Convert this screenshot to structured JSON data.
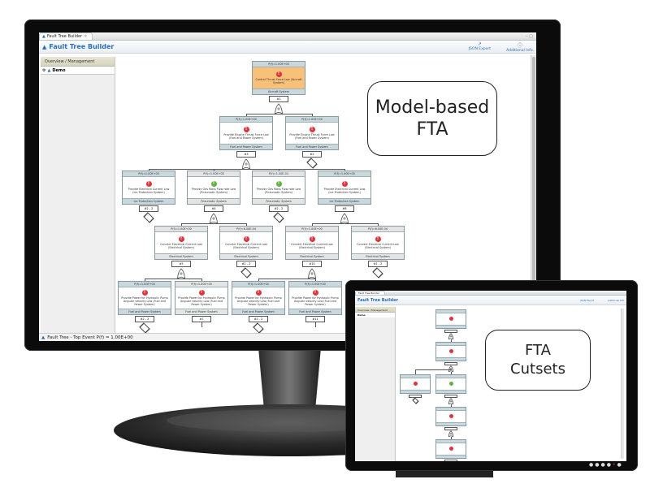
{
  "app": {
    "tab_title": "Fault Tree Builder",
    "title": "Fault Tree Builder",
    "json_export": "JSON Export",
    "additional_info": "Additional Info.",
    "left_panel_header": "Overview / Management",
    "tree_root": "Demo",
    "status": "Fault Tree - Top Event P(f) = 1.00E+00"
  },
  "callouts": {
    "main": [
      "Model-based",
      "FTA"
    ],
    "second": [
      "FTA",
      "Cutsets"
    ]
  },
  "colors": {
    "top_event": "#f9c07a",
    "fail_icon": "#e0343a",
    "ok_icon": "#5fb040",
    "link": "#2a6fb5"
  },
  "tree": {
    "levels": [
      [
        {
          "prob": "P(f)=1.00E+00",
          "icon": "red",
          "top": true,
          "text": "Control Thrust Force Low (Aircraft System)",
          "system": "Aircraft System",
          "label": "#1",
          "conn": "gate",
          "children": [
            0,
            1
          ]
        }
      ],
      [
        {
          "prob": "P(f)=1.00E+00",
          "icon": "red",
          "text": "Provide Engine Thrust Force Low (Fuel and Power System)",
          "system": "Fuel and Power System",
          "label": "#3",
          "conn": "gate",
          "children": [
            0,
            1,
            2,
            3
          ]
        },
        {
          "prob": "P(f)=1.00E+00",
          "icon": "red",
          "text": "Provide Engine Thrust Force Low (Fuel and Power System)",
          "system": "Fuel and Power System",
          "label": "#2",
          "conn": "diamond"
        }
      ],
      [
        {
          "prob": "P(f)=1.00E+00",
          "icon": "red",
          "text": "Provide Electrical Current Low (Ice Protection System)",
          "system": "Ice Protection System",
          "label": "#2 - 2",
          "conn": "diamond"
        },
        {
          "prob": "P(f)=1.00E+00",
          "icon": "green",
          "grey": true,
          "text": "Provide Gas Mass Flow rate Low (Pneumatic System)",
          "system": "Pneumatic System",
          "label": "#4",
          "conn": "gate",
          "children": [
            0,
            1
          ]
        },
        {
          "prob": "P(f)=1.00E-01",
          "icon": "green",
          "grey": true,
          "text": "Provide Gas Mass Flow rate Low (Pneumatic System)",
          "system": "Pneumatic System",
          "label": "#2 - 2",
          "conn": "diamond"
        },
        {
          "prob": "P(f)=1.00E+00",
          "icon": "red",
          "text": "Provide Electrical Current Low (Ice Protection System)",
          "system": "Ice Protection System",
          "label": "#8",
          "conn": "gate",
          "children": [
            2,
            3
          ]
        }
      ],
      [
        {
          "prob": "P(f)=1.00E+00",
          "icon": "red",
          "grey": true,
          "text": "Convert Electrical Current Low (Electrical System)",
          "system": "Electrical System",
          "label": "#5",
          "conn": "gate",
          "children": [
            0,
            1
          ]
        },
        {
          "prob": "P(f)=6.00E-04",
          "icon": "red",
          "grey": true,
          "text": "Convert Electrical Current Low (Electrical System)",
          "system": "Electrical System",
          "label": "#1 - 2",
          "conn": "diamond"
        },
        {
          "prob": "P(f)=1.00E+00",
          "icon": "red",
          "grey": true,
          "text": "Convert Electrical Current Low (Electrical System)",
          "system": "Electrical System",
          "label": "#10",
          "conn": "gate",
          "children": [
            2,
            3
          ]
        },
        {
          "prob": "P(f)=6.00E-04",
          "icon": "red",
          "grey": true,
          "text": "Convert Electrical Current Low (Electrical System)",
          "system": "Electrical System",
          "label": "#1 - 2",
          "conn": "diamond"
        }
      ],
      [
        {
          "prob": "P(f)=1.00E+00",
          "icon": "red",
          "text": "Provide Power for Hydraulic Pump Angular velocity Low (Fuel and Power System)",
          "system": "Fuel and Power System",
          "label": "#2 - 2",
          "conn": "diamond"
        },
        {
          "prob": "P(f)=1.00E+00",
          "icon": "red",
          "grey": true,
          "text": "Provide Power for Hydraulic Pump Angular velocity Low (Fuel and Power System)",
          "system": "Fuel and Power System",
          "label": "#7",
          "conn": "none"
        },
        {
          "prob": "P(f)=1.00E+00",
          "icon": "red",
          "text": "Provide Power for Hydraulic Pump Angular velocity Low (Fuel and Power System)",
          "system": "Fuel and Power System",
          "label": "#2 - 2",
          "conn": "diamond"
        },
        {
          "prob": "P(f)=1.00E+00",
          "icon": "red",
          "text": "Provide Power for Hydraulic Pump Angular velocity Low (Fuel and Power System)",
          "system": "Fuel and Power System",
          "label": "#11",
          "conn": "none"
        }
      ]
    ]
  },
  "cutset_tree": [
    {
      "icon": "red",
      "col": 1,
      "row": 0,
      "conn": "gate"
    },
    {
      "icon": "red",
      "col": 1,
      "row": 1,
      "conn": "gate"
    },
    {
      "icon": "red",
      "col": 0,
      "row": 2,
      "conn": "diamond"
    },
    {
      "icon": "green",
      "col": 1,
      "row": 2,
      "conn": "gate"
    },
    {
      "icon": "red",
      "col": 1,
      "row": 3,
      "conn": "gate"
    },
    {
      "icon": "red",
      "col": 1,
      "row": 4,
      "conn": "none"
    }
  ]
}
